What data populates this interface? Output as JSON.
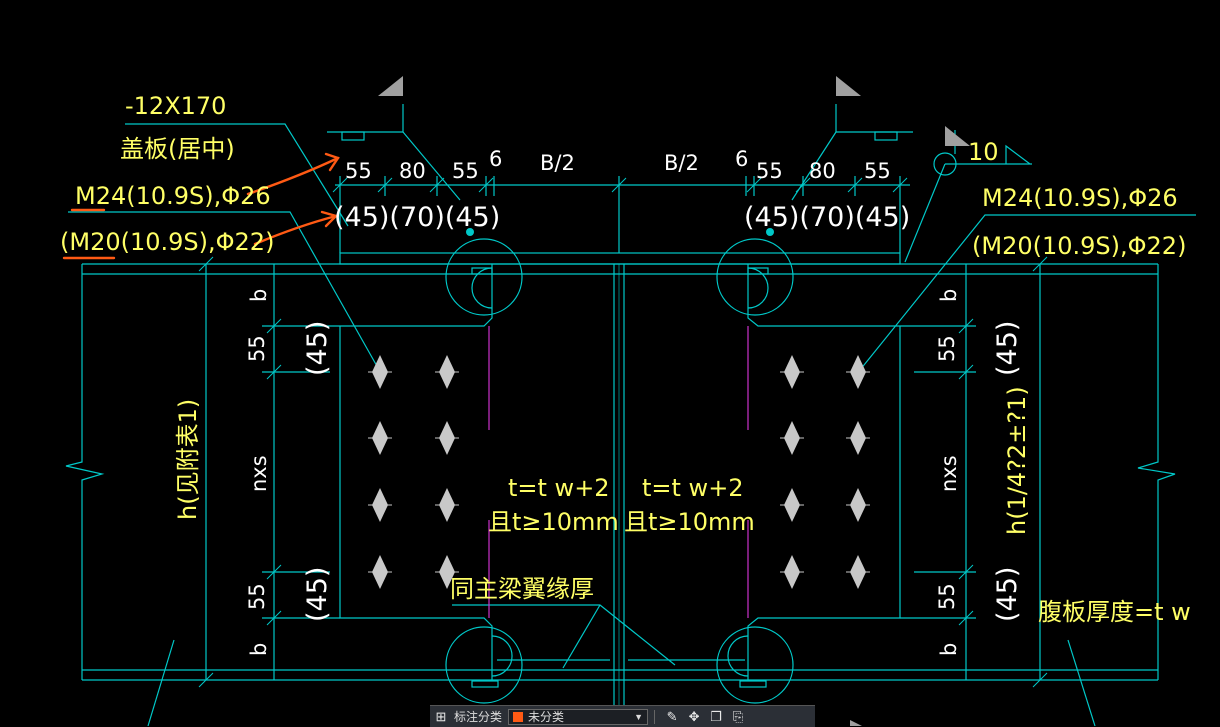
{
  "colors": {
    "background": "#000000",
    "outline": "#00c8c8",
    "label": "#ffff66",
    "web_centerline": "#cc33cc",
    "annotation": "#ff5a14",
    "bolt": "#c8c8c8",
    "flag": "#a0a0a0"
  },
  "labels": {
    "plate_size": "-12X170",
    "cover_plate": "盖板(居中)",
    "bolt_m24_left": "M24(10.9S),Φ26",
    "bolt_m20_left": "(M20(10.9S),Φ22)",
    "bolt_m24_right": "M24(10.9S),Φ26",
    "bolt_m20_right": "(M20(10.9S),Φ22)",
    "weld_size": "10",
    "thickness_left_1": "t=t w+2",
    "thickness_left_2": "且t≥10mm",
    "thickness_right_1": "t=t w+2",
    "thickness_right_2": "且t≥10mm",
    "flange_thickness": "同主梁翼缘厚",
    "web_thickness": "腹板厚度=t  w",
    "height_left": "h(见附表1)",
    "height_right": "h(1/4?2±?1)"
  },
  "dims": {
    "top_left": [
      "55",
      "80",
      "55",
      "6"
    ],
    "top_half_left": "B/2",
    "top_half_right": "B/2",
    "top_right": [
      "6",
      "55",
      "80",
      "55"
    ],
    "bracket_left": "(45)(70)(45)",
    "bracket_right": "(45)(70)(45)",
    "side_b": "b",
    "side_55": "55",
    "side_45": "(45)",
    "side_nxs": "nxs"
  },
  "toolbar": {
    "label": "标注分类",
    "selected": "未分类",
    "swatch": "#ff5a14"
  }
}
